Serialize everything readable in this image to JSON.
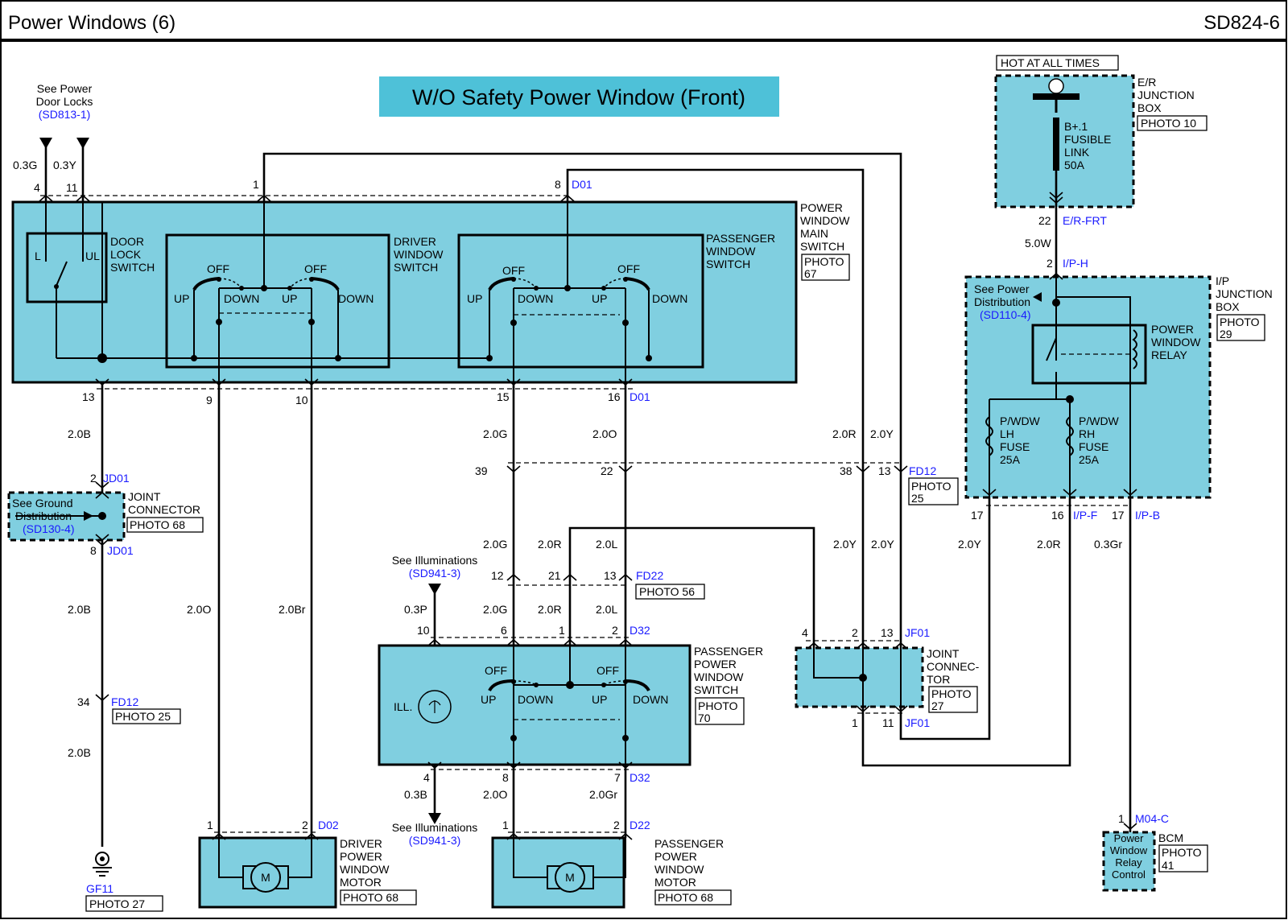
{
  "header": {
    "title": "Power Windows (6)",
    "code": "SD824-6"
  },
  "banner": "W/O Safety Power Window (Front)",
  "refs": {
    "door_locks": [
      "See Power",
      "Door Locks",
      "(SD813-1)"
    ],
    "ground": [
      "See Ground",
      "Distribution",
      "(SD130-4)"
    ],
    "illum_top": [
      "See Illuminations",
      "(SD941-3)"
    ],
    "illum_bottom": [
      "See Illuminations",
      "(SD941-3)"
    ],
    "power_dist": [
      "See Power",
      "Distribution",
      "(SD110-4)"
    ]
  },
  "components": {
    "main_switch": [
      "POWER",
      "WINDOW",
      "MAIN",
      "SWITCH"
    ],
    "main_switch_photo": [
      "PHOTO",
      "67"
    ],
    "door_lock_switch": [
      "DOOR",
      "LOCK",
      "SWITCH"
    ],
    "driver_window_switch": [
      "DRIVER",
      "WINDOW",
      "SWITCH"
    ],
    "passenger_window_switch": [
      "PASSENGER",
      "WINDOW",
      "SWITCH"
    ],
    "joint_connector_left": [
      "JOINT",
      "CONNECTOR"
    ],
    "joint_connector_left_photo": "PHOTO 68",
    "pass_power_window_switch": [
      "PASSENGER",
      "POWER",
      "WINDOW",
      "SWITCH"
    ],
    "pass_power_window_switch_photo": [
      "PHOTO",
      "70"
    ],
    "joint_connector_right": [
      "JOINT",
      "CONNEC-",
      "TOR"
    ],
    "joint_connector_right_photo": [
      "PHOTO",
      "27"
    ],
    "driver_motor": [
      "DRIVER",
      "POWER",
      "WINDOW",
      "MOTOR"
    ],
    "driver_motor_photo": "PHOTO 68",
    "pass_motor": [
      "PASSENGER",
      "POWER",
      "WINDOW",
      "MOTOR"
    ],
    "pass_motor_photo": "PHOTO 68",
    "hot": "HOT AT ALL TIMES",
    "er_box": [
      "E/R",
      "JUNCTION",
      "BOX"
    ],
    "er_box_photo": "PHOTO 10",
    "fusible_link": [
      "B+.1",
      "FUSIBLE",
      "LINK",
      "50A"
    ],
    "ip_box": [
      "I/P",
      "JUNCTION",
      "BOX"
    ],
    "ip_box_photo": [
      "PHOTO",
      "29"
    ],
    "relay": [
      "POWER",
      "WINDOW",
      "RELAY"
    ],
    "lh_fuse": [
      "P/WDW",
      "LH",
      "FUSE",
      "25A"
    ],
    "rh_fuse": [
      "P/WDW",
      "RH",
      "FUSE",
      "25A"
    ],
    "bcm": "BCM",
    "bcm_inner": [
      "Power",
      "Window",
      "Relay",
      "Control"
    ],
    "bcm_photo": [
      "PHOTO",
      "41"
    ],
    "ground_id": "GF11",
    "ground_photo": "PHOTO 27",
    "motor_symbol": "M",
    "ill": "ILL."
  },
  "switch_labels": {
    "lock_l": "L",
    "lock_ul": "UL",
    "off": "OFF",
    "up": "UP",
    "down": "DOWN"
  },
  "connectors": {
    "D01": "D01",
    "D02": "D02",
    "D22": "D22",
    "D32": "D32",
    "JD01": "JD01",
    "FD12": "FD12",
    "FD22": "FD22",
    "JF01": "JF01",
    "ERFRT": "E/R-FRT",
    "IPH": "I/P-H",
    "IPF": "I/P-F",
    "IPB": "I/P-B",
    "M04C": "M04-C",
    "fd12_photo": [
      "PHOTO",
      "25"
    ],
    "fd22_photo": "PHOTO 56",
    "fd12_lower_photo": "PHOTO 25"
  },
  "pins": {
    "ms_4": "4",
    "ms_11": "11",
    "ms_1": "1",
    "ms_8": "8",
    "ms_13": "13",
    "ms_9": "9",
    "ms_10": "10",
    "ms_15": "15",
    "ms_16": "16",
    "jd_2": "2",
    "jd_8": "8",
    "fd_39": "39",
    "fd_22": "22",
    "fd_38": "38",
    "fd_13": "13",
    "fd22_12": "12",
    "fd22_21": "21",
    "fd22_13": "13",
    "ps_10": "10",
    "ps_6": "6",
    "ps_1": "1",
    "ps_2": "2",
    "ps_4": "4",
    "ps_8": "8",
    "ps_7": "7",
    "jf_4": "4",
    "jf_2": "2",
    "jf_13": "13",
    "jf_1": "1",
    "jf_11": "11",
    "fd12_34": "34",
    "dm_1": "1",
    "dm_2": "2",
    "pm_1": "1",
    "pm_2": "2",
    "er_22": "22",
    "ip_2": "2",
    "ip_17a": "17",
    "ip_16": "16",
    "ip_17b": "17",
    "bcm_1": "1"
  },
  "wires": {
    "g03": "0.3G",
    "y03": "0.3Y",
    "b20_a": "2.0B",
    "b20_b": "2.0B",
    "b20_c": "2.0B",
    "o20_drv": "2.0O",
    "br20": "2.0Br",
    "g20_a": "2.0G",
    "o20_a": "2.0O",
    "r20_a": "2.0R",
    "y20_a": "2.0Y",
    "g20_b": "2.0G",
    "r20_b": "2.0R",
    "l20_b": "2.0L",
    "y20_b": "2.0Y",
    "y20_c": "2.0Y",
    "g20_c": "2.0G",
    "r20_c": "2.0R",
    "l20_c": "2.0L",
    "p03": "0.3P",
    "b03": "0.3B",
    "o20_pm": "2.0O",
    "gr20": "2.0Gr",
    "w50": "5.0W",
    "y20_ip": "2.0Y",
    "r20_ip": "2.0R",
    "gr03": "0.3Gr"
  }
}
